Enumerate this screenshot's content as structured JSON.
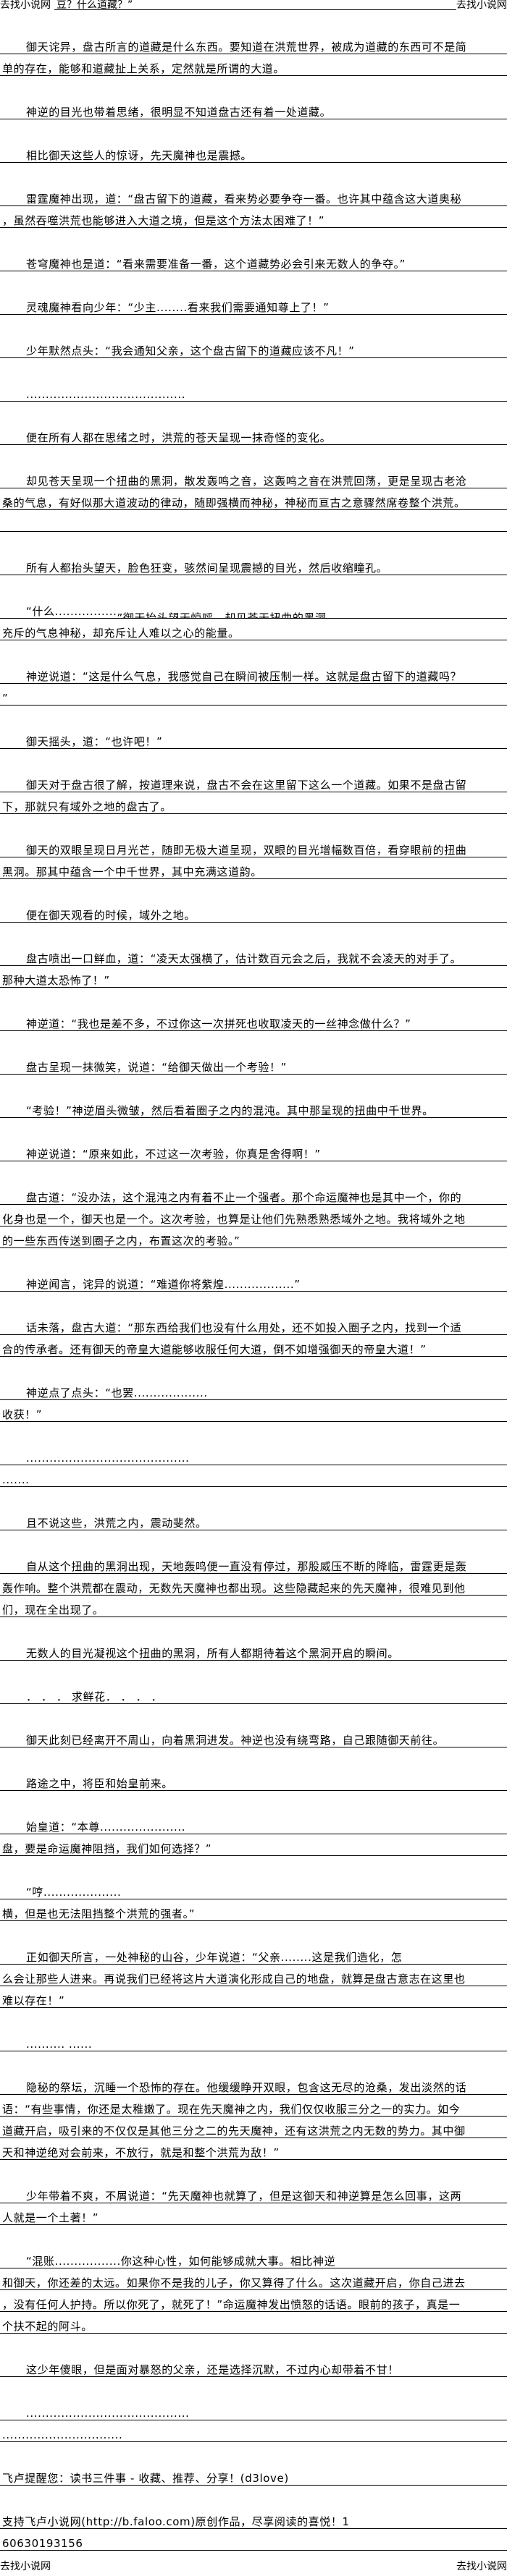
{
  "header": {
    "brand_left": "去找小说网",
    "title": "豆？什么道藏？”",
    "brand_right": "去找小说网"
  },
  "paragraphs": [
    {
      "lines": [
        "御天诧异，盘古所言的道藏是什么东西。要知道在洪荒世界，被成为道藏的东西可不是简",
        "单的存在，能够和道藏扯上关系，定然就是所谓的大道。"
      ]
    },
    {
      "lines": [
        "神逆的目光也带着思绪，很明显不知道盘古还有着一处道藏。"
      ]
    },
    {
      "lines": [
        "相比御天这些人的惊讶，先天魔神也是震撼。"
      ]
    },
    {
      "lines": [
        "雷霆魔神出现，道：“盘古留下的道藏，看来势必要争夺一番。也许其中蕴含这大道奥秘",
        "，虽然吞噬洪荒也能够进入大道之境，但是这个方法太困难了！”"
      ]
    },
    {
      "lines": [
        "苍穹魔神也是道：“看来需要准备一番，这个道藏势必会引来无数人的争夺。”"
      ]
    },
    {
      "lines": [
        "灵魂魔神看向少年：“少主........看来我们需要通知尊上了！”"
      ]
    },
    {
      "lines": [
        "少年默然点头：“我会通知父亲，这个盘古留下的道藏应该不凡！”"
      ]
    },
    {
      "lines": [
        "........................................."
      ]
    },
    {
      "lines": [
        "便在所有人都在思绪之时，洪荒的苍天呈现一抹奇怪的变化。"
      ]
    },
    {
      "lines": [
        "却见苍天呈现一个扭曲的黑洞，散发轰鸣之音，这轰鸣之音在洪荒回荡，更是呈现古老沧",
        "桑的气息，有好似那大道波动的律动，随即强横而神秘，神秘而亘古之意骤然席卷整个洪荒。",
        ""
      ]
    },
    {
      "lines": [
        "所有人都抬头望天，脸色狂变，骇然间呈现震撼的目光，然后收缩瞳孔。"
      ]
    },
    {
      "lines": [
        "“什么................",
        "充斥的气息神秘，却充斥让人难以之心的能量。"
      ],
      "cut": "”御天抬头望天惊呼，却见苍天扭曲的黑洞"
    },
    {
      "lines": [
        "神逆说道：“这是什么气息，我感觉自己在瞬间被压制一样。这就是盘古留下的道藏吗？",
        "”"
      ]
    },
    {
      "lines": [
        "御天摇头，道：“也许吧！”"
      ]
    },
    {
      "lines": [
        "御天对于盘古很了解，按道理来说，盘古不会在这里留下这么一个道藏。如果不是盘古留",
        "下，那就只有域外之地的盘古了。"
      ]
    },
    {
      "lines": [
        "御天的双眼呈现日月光芒，随即无极大道呈现，双眼的目光增幅数百倍，看穿眼前的扭曲",
        "黑洞。那其中蕴含一个中千世界，其中充满这道韵。"
      ]
    },
    {
      "lines": [
        "便在御天观看的时候，域外之地。"
      ]
    },
    {
      "lines": [
        "盘古喷出一口鲜血，道：“凌天太强横了，估计数百元会之后，我就不会凌天的对手了。",
        "那种大道太恐怖了！”"
      ]
    },
    {
      "lines": [
        "神逆道：“我也是差不多，不过你这一次拼死也收取凌天的一丝神念做什么？”"
      ]
    },
    {
      "lines": [
        "盘古呈现一抹微笑，说道：“给御天做出一个考验！”"
      ]
    },
    {
      "lines": [
        "“考验！”神逆眉头微皱，然后看着圈子之内的混沌。其中那呈现的扭曲中千世界。"
      ]
    },
    {
      "lines": [
        "神逆说道：“原来如此，不过这一次考验，你真是舍得啊！”"
      ]
    },
    {
      "lines": [
        "盘古道：“没办法，这个混沌之内有着不止一个强者。那个命运魔神也是其中一个，你的",
        "化身也是一个，御天也是一个。这次考验，也算是让他们先熟悉熟悉域外之地。我将域外之地",
        "的一些东西传送到圈子之内，布置这次的考验。”"
      ]
    },
    {
      "lines": [
        "神逆闻言，诧异的说道：“难道你将紫煌..................”"
      ]
    },
    {
      "lines": [
        "话未落，盘古大道：“那东西给我们也没有什么用处，还不如投入圈子之内，找到一个适",
        "合的传承者。还有御天的帝皇大道能够收服任何大道，倒不如增强御天的帝皇大道！”"
      ]
    },
    {
      "lines": [
        "神逆点了点头：“也罢...................",
        "收获！”"
      ]
    },
    {
      "lines": [
        "..........................................",
        "......."
      ]
    },
    {
      "lines": [
        "且不说这些，洪荒之内，震动斐然。"
      ]
    },
    {
      "lines": [
        "自从这个扭曲的黑洞出现，天地轰鸣便一直没有停过，那股威压不断的降临，雷霆更是轰",
        "轰作响。整个洪荒都在震动，无数先天魔神也都出现。这些隐藏起来的先天魔神，很难见到他",
        "们，现在全出现了。"
      ]
    },
    {
      "lines": [
        "无数人的目光凝视这个扭曲的黑洞，所有人都期待着这个黑洞开启的瞬间。"
      ]
    },
    {
      "lines": [
        " ． ． ． 求鲜花． ． ． ．"
      ]
    },
    {
      "lines": [
        "御天此刻已经离开不周山，向着黑洞进发。神逆也没有绕弯路，自己跟随御天前往。"
      ]
    },
    {
      "lines": [
        "路途之中，将臣和始皇前来。"
      ]
    },
    {
      "lines": [
        "始皇道：“本尊......................",
        "盘，要是命运魔神阻挡，我们如何选择？”"
      ]
    },
    {
      "lines": [
        "“哼....................",
        "横，但是也无法阻挡整个洪荒的强者。”"
      ]
    },
    {
      "lines": [
        "正如御天所言，一处神秘的山谷，少年说道：“父亲........这是我们造化，怎",
        "么会让那些人进来。再说我们已经将这片大道演化形成自己的地盘，就算是盘古意志在这里也",
        "难以存在！”"
      ]
    },
    {
      "lines": [
        ".......... ......"
      ]
    },
    {
      "lines": [
        "隐秘的祭坛，沉睡一个恐怖的存在。他缓缓睁开双眼，包含这无尽的沧桑，发出淡然的话",
        "语：“有些事情，你还是太稚嫩了。现在先天魔神之内，我们仅仅收服三分之一的实力。如今",
        "道藏开启，吸引来的不仅仅是其他三分之二的先天魔神，还有这洪荒之内无数的势力。其中御",
        "天和神逆绝对会前来，不放行，就是和整个洪荒为敌！”"
      ]
    },
    {
      "lines": [
        "少年带着不爽，不屑说道：“先天魔神也就算了，但是这御天和神逆算是怎么回事，这两",
        "人就是一个土著！”"
      ]
    },
    {
      "lines": [
        "“混账.................你这种心性，如何能够成就大事。相比神逆",
        "和御天，你还差的太远。如果你不是我的儿子，你又算得了什么。这次道藏开启，你自己进去",
        "，没有任何人护持。所以你死了，就死了！”命运魔神发出愤怒的话语。眼前的孩子，真是一",
        "个扶不起的阿斗。"
      ]
    },
    {
      "lines": [
        "这少年傻眼，但是面对暴怒的父亲，还是选择沉默，不过内心却带着不甘！"
      ]
    },
    {
      "lines": [
        "..........................................",
        "..............................."
      ]
    },
    {
      "lines": [
        "飞卢提醒您：读书三件事 - 收藏、推荐、分享！(d3love)"
      ],
      "noindent": true
    },
    {
      "lines": [
        "支持飞卢小说网(http://b.faloo.com)原创作品，尽享阅读的喜悦！1",
        "60630193156"
      ],
      "noindent": true
    }
  ],
  "footer": {
    "brand_left": "去找小说网",
    "brand_right": "去找小说网"
  }
}
